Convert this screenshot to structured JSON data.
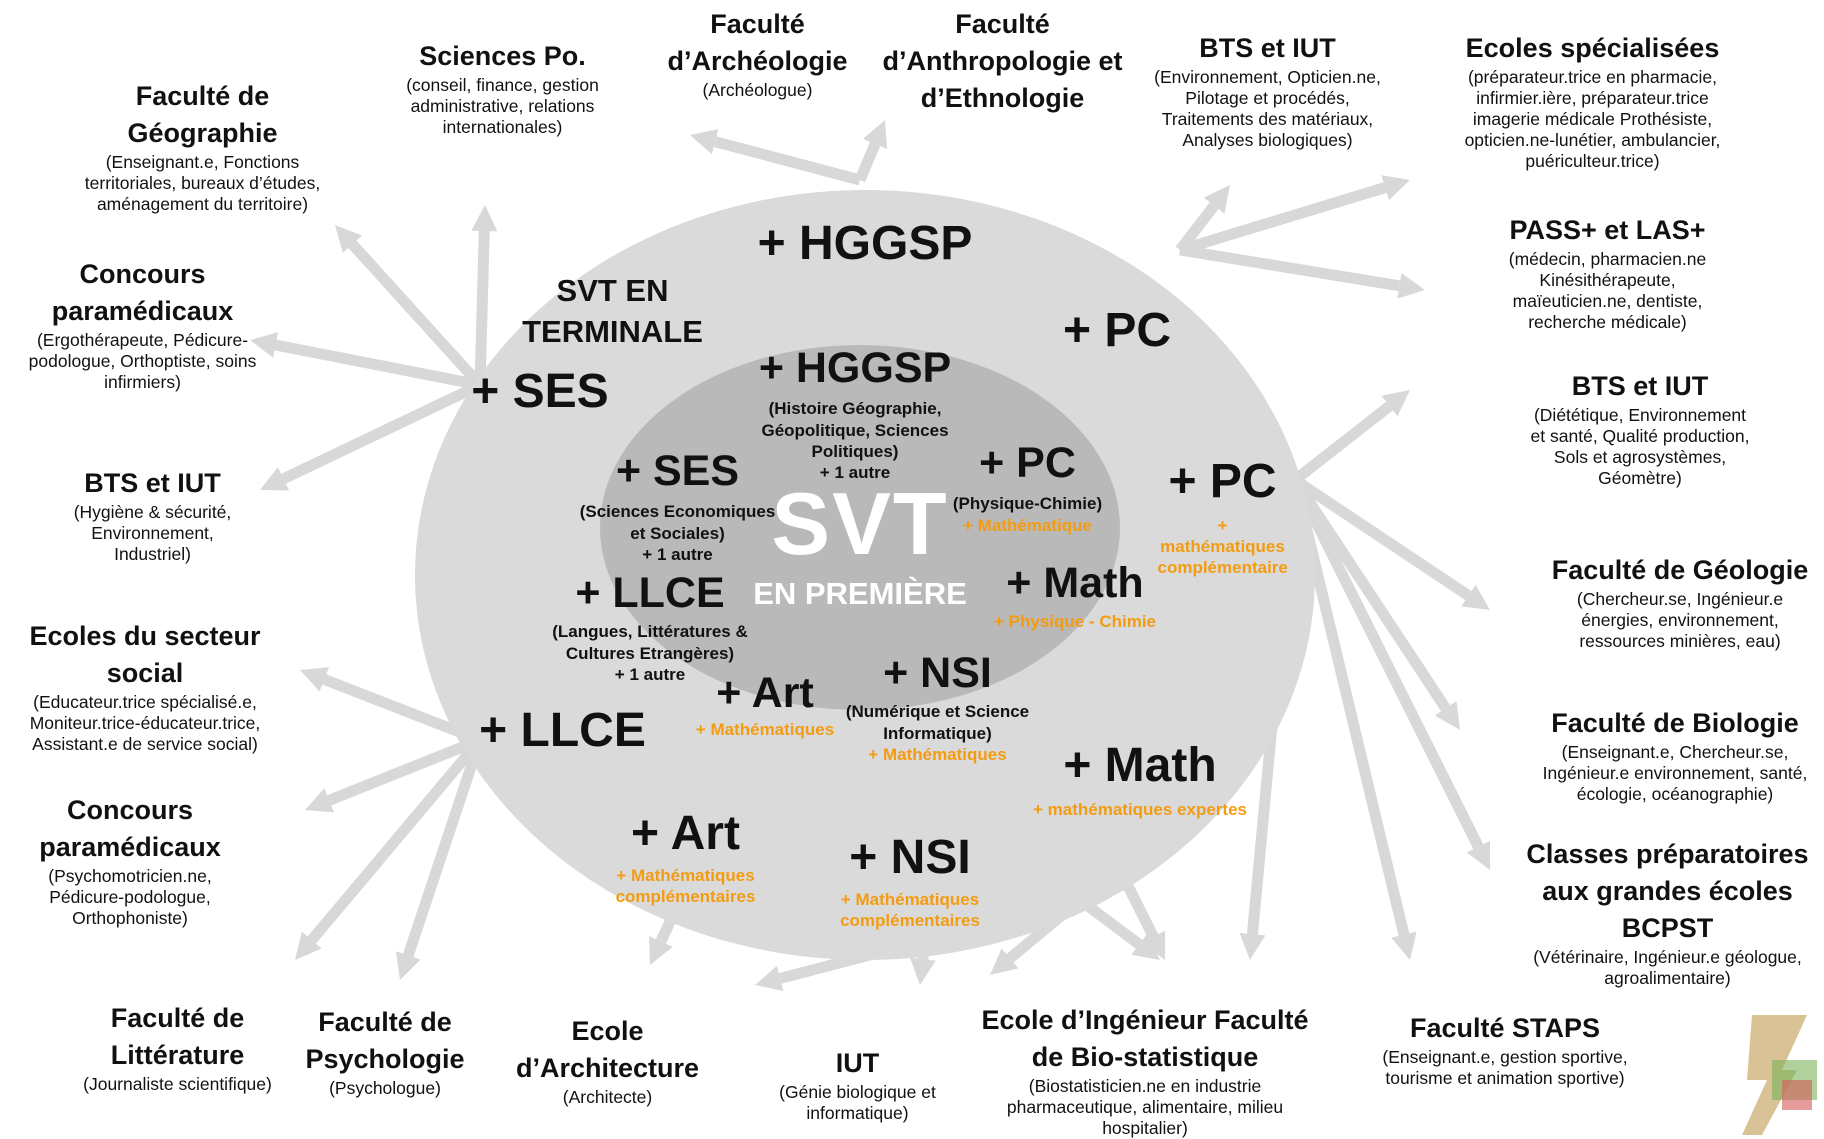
{
  "center": {
    "title": "SVT",
    "subtitle": "EN PREMIÈRE"
  },
  "terminale_label": "SVT EN TERMINALE",
  "premiere_options": [
    {
      "id": "hggsp1",
      "title": "+ HGGSP",
      "desc": "(Histoire Géographie, Géopolitique, Sciences Politiques)",
      "extra": "+ 1 autre",
      "orange": ""
    },
    {
      "id": "ses1",
      "title": "+ SES",
      "desc": "(Sciences Economiques et Sociales)",
      "extra": "+ 1 autre",
      "orange": ""
    },
    {
      "id": "pc1",
      "title": "+ PC",
      "desc": "(Physique-Chimie)",
      "extra": "",
      "orange": "+ Mathématique"
    },
    {
      "id": "llce1",
      "title": "+ LLCE",
      "desc": "(Langues, Littératures & Cultures Etrangères)",
      "extra": "+ 1 autre",
      "orange": ""
    },
    {
      "id": "math1",
      "title": "+ Math",
      "desc": "",
      "extra": "",
      "orange": "+ Physique - Chimie"
    },
    {
      "id": "nsi1",
      "title": "+ NSI",
      "desc": "(Numérique et Science Informatique)",
      "extra": "",
      "orange": "+ Mathématiques"
    },
    {
      "id": "art1",
      "title": "+ Art",
      "desc": "",
      "extra": "",
      "orange": "+ Mathématiques"
    }
  ],
  "terminale_options": [
    {
      "id": "hggsp2",
      "title": "+ HGGSP",
      "orange": ""
    },
    {
      "id": "ses2",
      "title": "+ SES",
      "orange": ""
    },
    {
      "id": "pc2a",
      "title": "+ PC",
      "orange": ""
    },
    {
      "id": "pc2b",
      "title": "+ PC",
      "orange": "+ mathématiques complémentaire"
    },
    {
      "id": "math2",
      "title": "+ Math",
      "orange": "+ mathématiques expertes"
    },
    {
      "id": "llce2",
      "title": "+ LLCE",
      "orange": ""
    },
    {
      "id": "art2",
      "title": "+ Art",
      "orange": "+ Mathématiques complémentaires"
    },
    {
      "id": "nsi2",
      "title": "+ NSI",
      "orange": "+ Mathématiques complémentaires"
    }
  ],
  "destinations": [
    {
      "id": "geographie",
      "title": "Faculté de Géographie",
      "desc": "(Enseignant.e, Fonctions territoriales, bureaux d’études, aménagement du territoire)"
    },
    {
      "id": "sciences-po",
      "title": "Sciences Po.",
      "desc": "(conseil, finance, gestion administrative, relations internationales)"
    },
    {
      "id": "archeologie",
      "title": "Faculté d’Archéologie",
      "desc": "(Archéologue)"
    },
    {
      "id": "anthropologie",
      "title": "Faculté d’Anthropologie et d’Ethnologie",
      "desc": ""
    },
    {
      "id": "bts-iut-1",
      "title": "BTS et IUT",
      "desc": "(Environnement, Opticien.ne, Pilotage et procédés, Traitements des matériaux, Analyses biologiques)"
    },
    {
      "id": "ecoles-specialisees",
      "title": "Ecoles spécialisées",
      "desc": "(préparateur.trice en pharmacie, infirmier.ière, préparateur.trice imagerie médicale Prothésiste, opticien.ne-lunétier, ambulancier, puériculteur.trice)"
    },
    {
      "id": "pass-las",
      "title": "PASS+ et LAS+",
      "desc": "(médecin, pharmacien.ne Kinésithérapeute, maïeuticien.ne, dentiste, recherche médicale)"
    },
    {
      "id": "bts-iut-2",
      "title": "BTS et IUT",
      "desc": "(Diététique, Environnement et santé, Qualité production, Sols et agrosystèmes, Géomètre)"
    },
    {
      "id": "geologie",
      "title": "Faculté de Géologie",
      "desc": "(Chercheur.se, Ingénieur.e énergies, environnement, ressources minières, eau)"
    },
    {
      "id": "biologie",
      "title": "Faculté de Biologie",
      "desc": "(Enseignant.e, Chercheur.se, Ingénieur.e environnement, santé, écologie, océanographie)"
    },
    {
      "id": "bcpst",
      "title": "Classes préparatoires aux grandes écoles BCPST",
      "desc": "(Vétérinaire, Ingénieur.e géologue, agroalimentaire)"
    },
    {
      "id": "staps",
      "title": "Faculté STAPS",
      "desc": "(Enseignant.e, gestion sportive, tourisme et animation sportive)"
    },
    {
      "id": "ingenieur",
      "title": "Ecole d’Ingénieur Faculté de Bio-statistique",
      "desc": "(Biostatisticien.ne en industrie pharmaceutique, alimentaire, milieu hospitalier)"
    },
    {
      "id": "iut",
      "title": "IUT",
      "desc": "(Génie biologique et informatique)"
    },
    {
      "id": "architecture",
      "title": "Ecole d’Architecture",
      "desc": "(Architecte)"
    },
    {
      "id": "psychologie",
      "title": "Faculté de Psychologie",
      "desc": "(Psychologue)"
    },
    {
      "id": "litterature",
      "title": "Faculté de Littérature",
      "desc": "(Journaliste scientifique)"
    },
    {
      "id": "concours-2",
      "title": "Concours paramédicaux",
      "desc": "(Psychomotricien.ne, Pédicure-podologue, Orthophoniste)"
    },
    {
      "id": "social",
      "title": "Ecoles du secteur social",
      "desc": "(Educateur.trice spécialisé.e, Moniteur.trice-éducateur.trice, Assistant.e de service social)"
    },
    {
      "id": "bts-iut-3",
      "title": "BTS et IUT",
      "desc": "(Hygiène & sécurité, Environnement, Industriel)"
    },
    {
      "id": "concours-1",
      "title": "Concours paramédicaux",
      "desc": "(Ergothérapeute, Pédicure-podologue, Orthoptiste, soins infirmiers)"
    }
  ],
  "colors": {
    "outer": "#dadada",
    "inner": "#b9b9b9",
    "arrow": "#d8d8d8",
    "orange": "#f39c12",
    "center_text": "#ffffff"
  }
}
